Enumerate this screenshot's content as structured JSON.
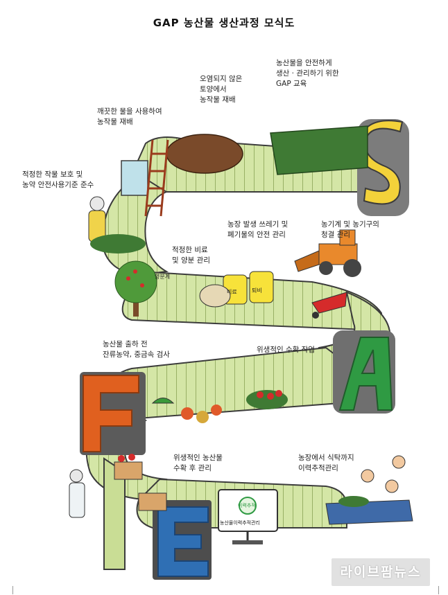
{
  "title": "GAP 농산물 생산과정 모식도",
  "captions": {
    "education": [
      "농산물을 안전하게",
      "생산 · 관리하기 위한",
      "GAP 교육"
    ],
    "soil": [
      "오염되지 않은",
      "토양에서",
      "농작물 재배"
    ],
    "water": [
      "깨끗한 물을 사용하여",
      "농작물 재배"
    ],
    "pesticide": [
      "적정한 작물 보호 및",
      "농약 안전사용기준 준수"
    ],
    "waste": [
      "농장 발생 쓰레기 및",
      "폐기물의 안전 관리"
    ],
    "machine": [
      "농기계 및 농기구의",
      "청결 관리"
    ],
    "fertilizer": [
      "적정한 비료",
      "및 양분 관리"
    ],
    "inspection": [
      "농산물 출하 전",
      "잔류농약, 중금속 검사"
    ],
    "harvest": [
      "위생적인 수확 작업"
    ],
    "post_harvest": [
      "위생적인 농산물",
      "수확 후 관리"
    ],
    "traceability": [
      "농장에서 식탁까지",
      "이력추적관리"
    ]
  },
  "letters": [
    "S",
    "A",
    "F",
    "E"
  ],
  "bag_labels": {
    "fertilizer_bag": "비료",
    "sign": "양분계",
    "jar": "퇴비"
  },
  "screen": {
    "logo": "이력추적",
    "label": "농산물이력추적관리"
  },
  "watermark": "라이브팜뉴스",
  "colors": {
    "conveyor": "#cfe3a0",
    "belt_line": "#6f8d3a",
    "letter_s": "#f3d23a",
    "letter_a": "#2f9a43",
    "letter_f": "#e0601f",
    "letter_e": "#2f6fb4"
  }
}
